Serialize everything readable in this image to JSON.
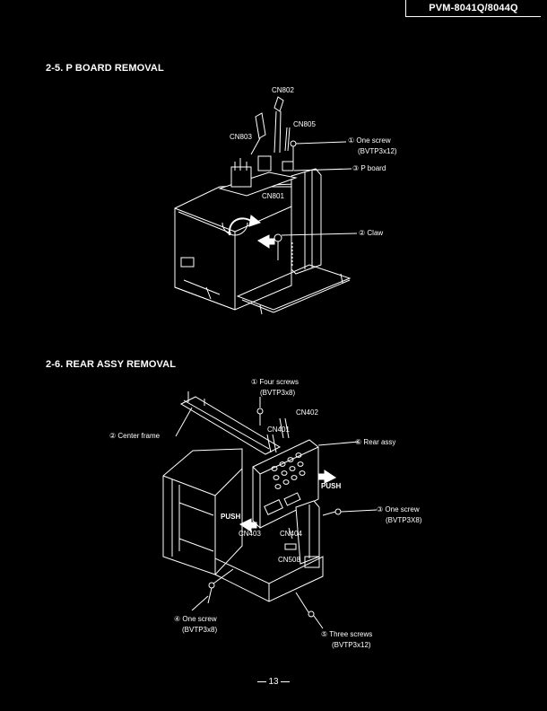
{
  "header": {
    "model": "PVM-8041Q/8044Q"
  },
  "section1": {
    "title": "2-5.  P BOARD REMOVAL",
    "labels": {
      "cn802": "CN802",
      "cn805": "CN805",
      "cn803": "CN803",
      "one_screw": "① One screw",
      "one_screw_spec": "(BVTP3x12)",
      "p_board": "③ P board",
      "cn801": "CN801",
      "claw": "② Claw"
    }
  },
  "section2": {
    "title": "2-6.  REAR ASSY REMOVAL",
    "labels": {
      "four_screws": "① Four screws",
      "four_screws_spec": "(BVTP3x8)",
      "center_frame": "② Center frame",
      "cn402": "CN402",
      "cn401": "CN401",
      "rear_assy": "⑥ Rear assy",
      "push_right": "PUSH",
      "push_left": "PUSH",
      "one_screw_r": "③ One screw",
      "one_screw_r_spec": "(BVTP3X8)",
      "cn403": "CN403",
      "cn404": "CN404",
      "cn508": "CN508",
      "one_screw_l": "④ One screw",
      "one_screw_l_spec": "(BVTP3x8)",
      "three_screws": "⑤ Three screws",
      "three_screws_spec": "(BVTP3x12)"
    }
  },
  "footer": {
    "page": "13"
  }
}
